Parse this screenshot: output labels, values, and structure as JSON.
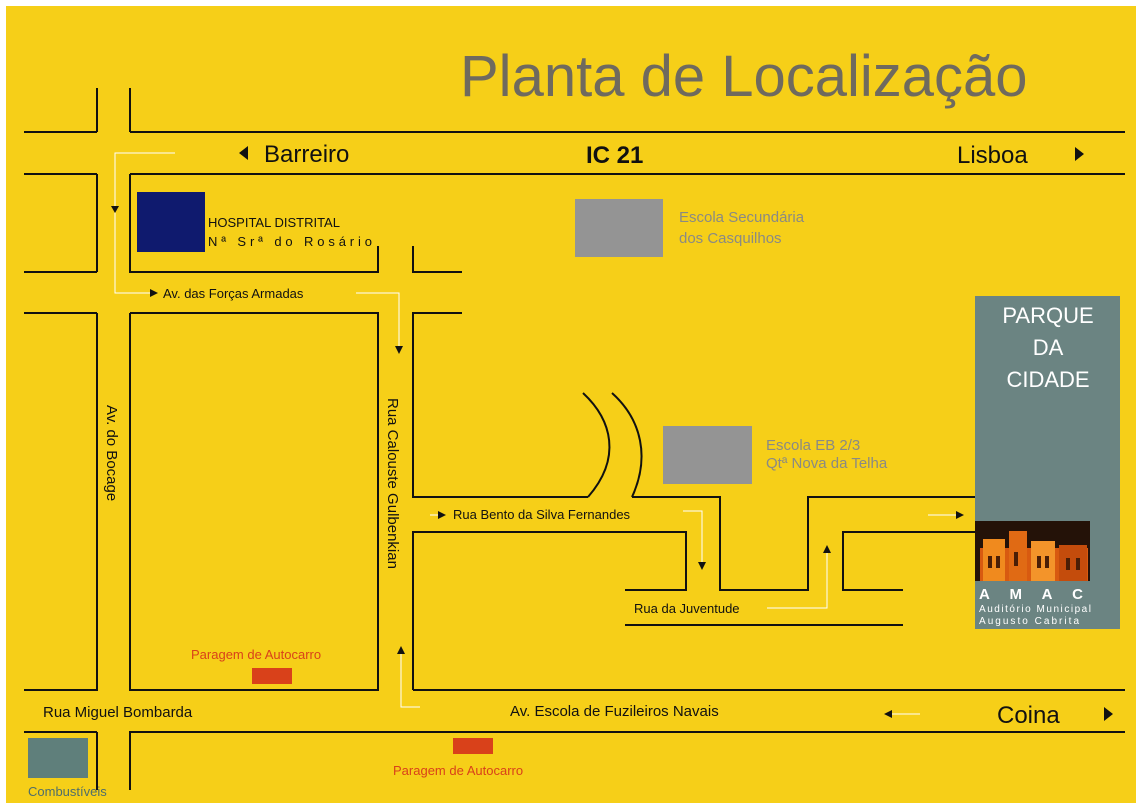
{
  "title": "Planta de Localização",
  "colors": {
    "background": "#f6cf18",
    "hospital": "#0f1a6e",
    "school": "#949494",
    "park": "#6b8482",
    "bus_stop": "#d9411a",
    "fuel": "#5f7f7b"
  },
  "roads": {
    "ic21": "IC 21",
    "barreiro": "Barreiro",
    "lisboa": "Lisboa",
    "coina": "Coina",
    "forcas_armadas": "Av. das Forças Armadas",
    "bocage": "Av. do Bocage",
    "gulbenkian": "Rua Calouste Gulbenkian",
    "bento": "Rua Bento da Silva Fernandes",
    "juventude": "Rua da Juventude",
    "bombarda": "Rua Miguel Bombarda",
    "fuzileiros": "Av. Escola de Fuzileiros Navais"
  },
  "places": {
    "hospital_line1": "HOSPITAL DISTRITAL",
    "hospital_line2": "Nª Srª do Rosário",
    "escola_sec_line1": "Escola Secundária",
    "escola_sec_line2": "dos Casquilhos",
    "escola_eb_line1": "Escola EB 2/3",
    "escola_eb_line2": "Qtª Nova da Telha",
    "parque_line1": "PARQUE",
    "parque_line2": "DA",
    "parque_line3": "CIDADE",
    "amac": "A M A C",
    "auditorio_line1": "Auditório Municipal",
    "auditorio_line2": "Augusto Cabrita",
    "paragem_1": "Paragem de Autocarro",
    "paragem_2": "Paragem de Autocarro",
    "combustiveis": "Combustíveis"
  },
  "icons": {
    "direction_arrow": "triangle-arrow",
    "route_arrow": "small-arrowhead"
  }
}
